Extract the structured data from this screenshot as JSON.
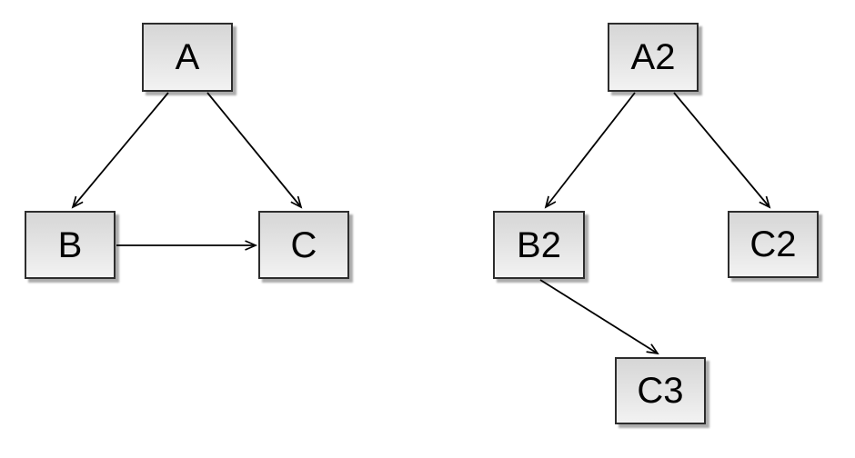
{
  "diagram": {
    "colors": {
      "background": "#ffffff",
      "node_border": "#2d2d2d",
      "node_fill_top": "#d6d6d6",
      "node_fill_bottom": "#f2f2f2",
      "node_text": "#000000",
      "edge": "#000000",
      "shadow": "rgba(0,0,0,0.33)"
    },
    "graphs": [
      {
        "name": "left-graph",
        "nodes": [
          {
            "id": "A",
            "label": "A"
          },
          {
            "id": "B",
            "label": "B"
          },
          {
            "id": "C",
            "label": "C"
          }
        ],
        "edges": [
          {
            "from": "A",
            "to": "B"
          },
          {
            "from": "A",
            "to": "C"
          },
          {
            "from": "B",
            "to": "C"
          }
        ]
      },
      {
        "name": "right-graph",
        "nodes": [
          {
            "id": "A2",
            "label": "A2"
          },
          {
            "id": "B2",
            "label": "B2"
          },
          {
            "id": "C2",
            "label": "C2"
          },
          {
            "id": "C3",
            "label": "C3"
          }
        ],
        "edges": [
          {
            "from": "A2",
            "to": "B2"
          },
          {
            "from": "A2",
            "to": "C2"
          },
          {
            "from": "B2",
            "to": "C3"
          }
        ]
      }
    ]
  }
}
